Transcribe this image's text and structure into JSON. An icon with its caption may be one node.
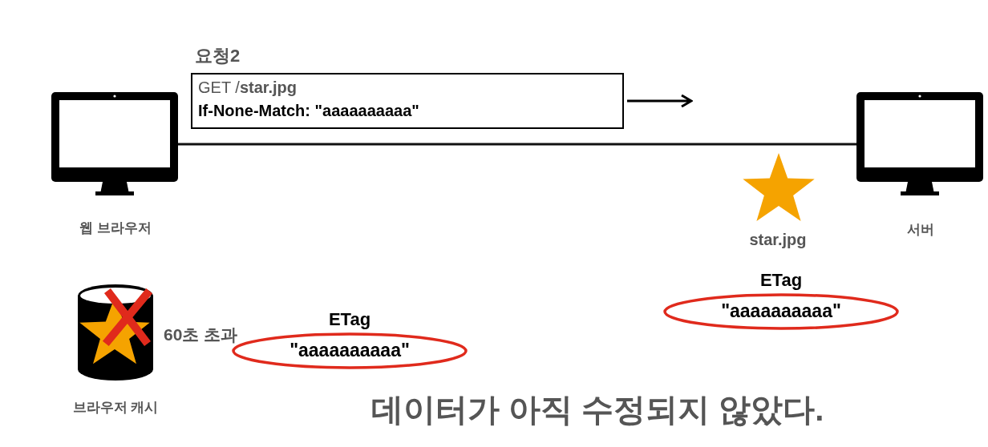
{
  "diagram": {
    "nodes": [
      {
        "text": [
          "웹 브라우저"
        ]
      },
      {
        "text": [
          "요청2",
          "GET /**star.jpg**",
          "If-None-Match: \"aaaaaaaaaa\""
        ]
      },
      {
        "text": [
          "서버"
        ]
      },
      {
        "text": [
          "star.jpg"
        ]
      },
      {
        "text": [
          "브라우저 캐시"
        ]
      },
      {
        "text": [
          "ETag",
          "\"aaaaaaaaaa\""
        ]
      },
      {
        "text": [
          "ETag",
          "\"aaaaaaaaaa\""
        ]
      }
    ],
    "edges": [
      {
        "from": 0,
        "to": 2,
        "arrow": "none"
      }
    ],
    "labels": [
      "60초 초과",
      "데이터가 아직 수정되지 않았다."
    ]
  }
}
